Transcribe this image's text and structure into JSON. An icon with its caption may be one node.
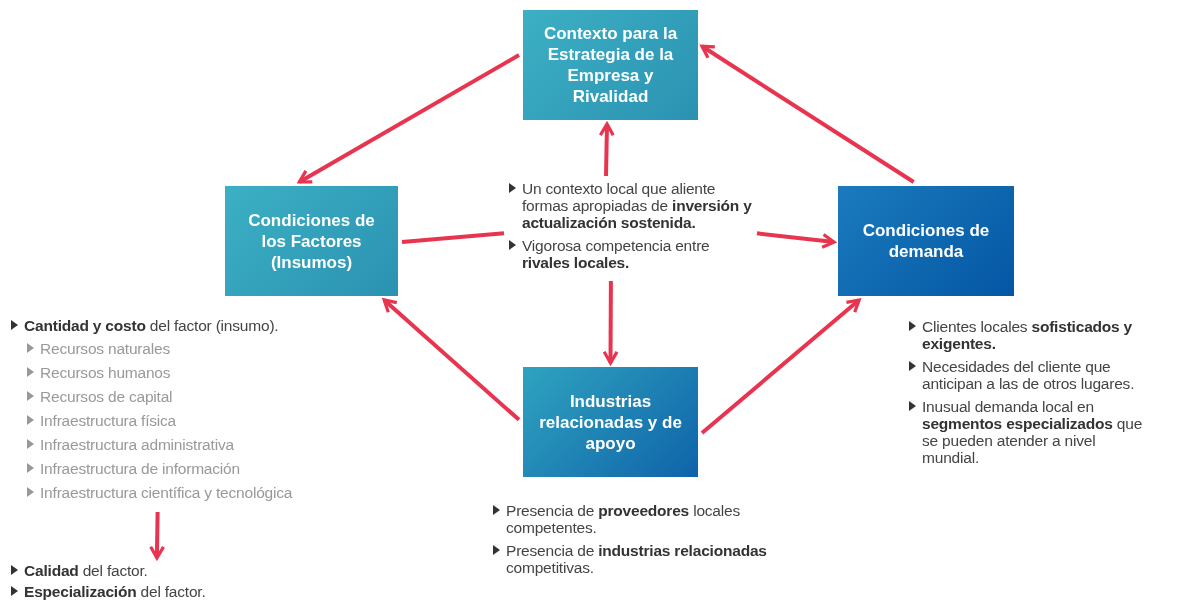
{
  "diagram": {
    "nodes": [
      {
        "text": [
          "Contexto para la Estrategia de la Empresa y Rivalidad"
        ]
      },
      {
        "text": [
          "Condiciones de los Factores (Insumos)"
        ]
      },
      {
        "text": [
          "Un contexto local que aliente formas apropiadas de **inversión y actualización sostenida.**",
          "Vigorosa competencia entre **rivales locales.**"
        ]
      },
      {
        "text": [
          "Condiciones de demanda"
        ],
        "beside": [
          "Clientes locales **sofisticados y exigentes.**",
          "Necesidades del cliente que anticipan a las de otros lugares.",
          "Inusual demanda local en **segmentos especializados** que se pueden atender a nivel mundial."
        ]
      },
      {
        "text": [
          "**Cantidad y costo** del factor (insumo).",
          "Recursos naturales",
          "Recursos humanos",
          "Recursos de capital",
          "Infraestructura física",
          "Infraestructura administrativa",
          "Infraestructura de información",
          "Infraestructura científica y tecnológica"
        ]
      },
      {
        "text": [
          "Industrias relacionadas y de apoyo"
        ],
        "beside": [
          "Presencia de **proveedores** locales competentes.",
          "Presencia de **industrias relacionadas** competitivas."
        ]
      },
      {
        "text": [
          "**Calidad** del factor.",
          "**Especialización** del factor."
        ]
      }
    ],
    "edges": [
      {
        "from": 0,
        "to": 1,
        "arrow": "to"
      },
      {
        "from": 3,
        "to": 0,
        "arrow": "to"
      },
      {
        "from": 2,
        "to": 0,
        "arrow": "to"
      },
      {
        "from": 1,
        "to": 2,
        "arrow": "none"
      },
      {
        "from": 2,
        "to": 3,
        "arrow": "to"
      },
      {
        "from": 2,
        "to": 5,
        "arrow": "to"
      },
      {
        "from": 5,
        "to": 1,
        "arrow": "to"
      },
      {
        "from": 5,
        "to": 3,
        "arrow": "to"
      },
      {
        "from": 4,
        "to": 6,
        "arrow": "to"
      }
    ]
  }
}
